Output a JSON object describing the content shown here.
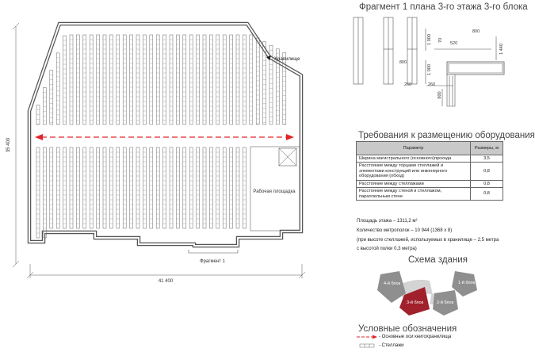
{
  "plan": {
    "label_storage": "Хранилище",
    "label_work_area": "Рабочая площадка",
    "label_fragment": "Фрагмент 1",
    "dim_height": "35 400",
    "dim_width": "41 400"
  },
  "fragment": {
    "title": "Фрагмент 1 плана 3-го этажа 3-го блока",
    "dims": [
      "520",
      "800",
      "1 000",
      "70",
      "1 440",
      "800",
      "1 000",
      "260",
      "260",
      "800"
    ]
  },
  "requirements": {
    "title": "Требования к размещению оборудования",
    "headers": [
      "Параметр",
      "Размеры, м"
    ],
    "rows": [
      [
        "Ширина магистрального (основного)прохода",
        "3,5"
      ],
      [
        "Расстояние между торцами стеллажей и элементами конструкций или инженерного оборудования (обход)",
        "0,8"
      ],
      [
        "Расстояние между стеллажами",
        "0,8"
      ],
      [
        "Расстояние между стеной и стеллажом, параллельным стене",
        "0,8"
      ]
    ]
  },
  "info": {
    "area": "Площадь этажа – 1311,2 м²",
    "meters": "Количество метрополок – 10 944 (1368 х 8)",
    "note1": "(при высоте стеллажей, используемых в хранилище – 2,5 метра",
    "note2": "с высотой полки 0,3 метра)"
  },
  "scheme": {
    "title": "Схема здания",
    "blocks": [
      "4-й блок",
      "3-й блок",
      "2-й блок",
      "1-й блок"
    ],
    "highlight_color": "#a0202b"
  },
  "legend": {
    "title": "Условные обозначения",
    "items": [
      "- Основные оси книгохранилища",
      "- Стеллажи"
    ],
    "axis_color": "#e0262b"
  }
}
